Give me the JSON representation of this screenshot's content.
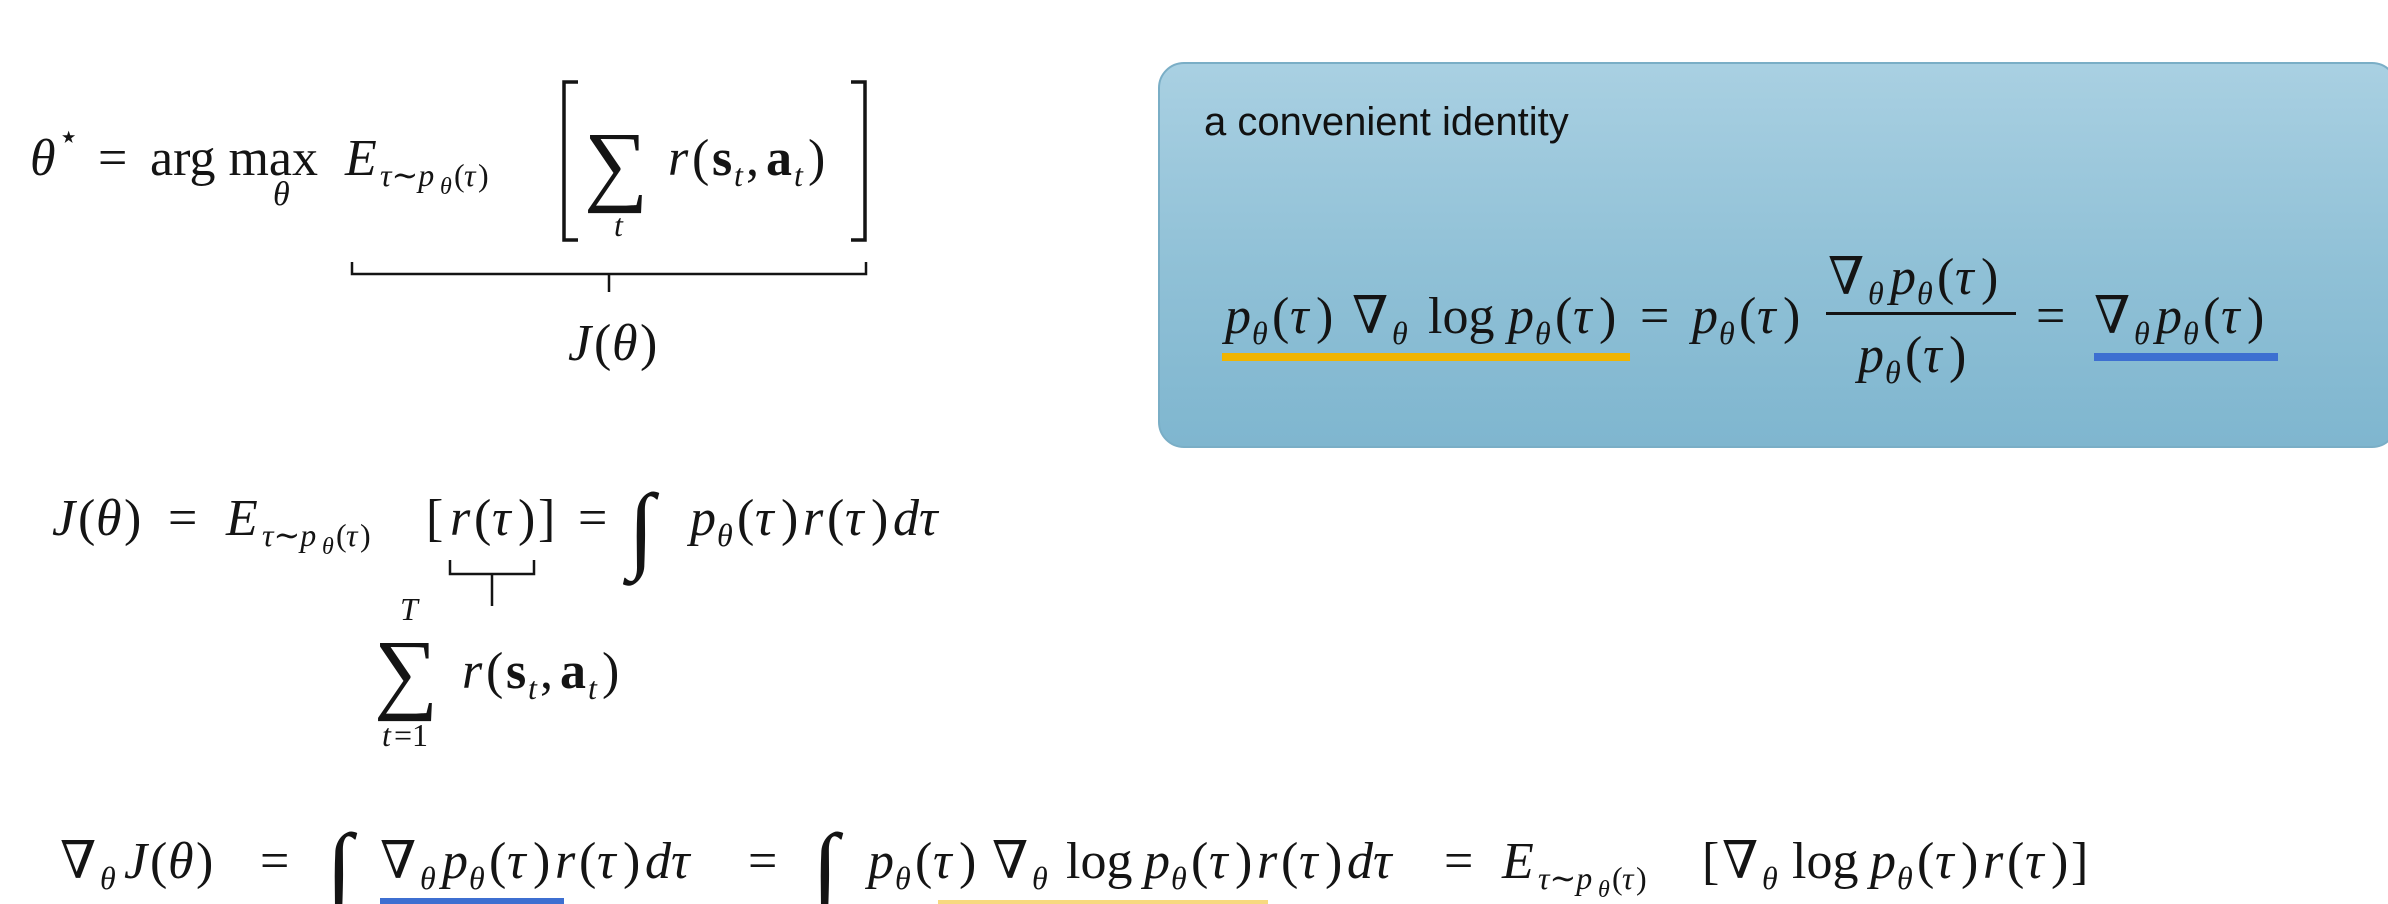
{
  "callout": {
    "title": "a convenient identity",
    "identity": "p_θ(τ) ∇_θ log p_θ(τ) = p_θ(τ) ∇_θ p_θ(τ) / p_θ(τ) = ∇_θ p_θ(τ)",
    "highlight_colors": {
      "left_term": "#f0b400",
      "right_term": "#3d6fd1"
    }
  },
  "equations": {
    "objective": "θ* = arg max_θ E_{τ∼p_θ(τ)} [ Σ_t r(s_t, a_t) ]",
    "objective_brace_label": "J(θ)",
    "j_definition": "J(θ) = E_{τ∼p_θ(τ)}[r(τ)] = ∫ p_θ(τ) r(τ) dτ",
    "reward_sum": "Σ_{t=1}^{T} r(s_t, a_t)",
    "gradient": "∇_θ J(θ) = ∫ ∇_θ p_θ(τ) r(τ) dτ = ∫ p_θ(τ) ∇_θ log p_θ(τ) r(τ) dτ = E_{τ∼p_θ(τ)}[∇_θ log p_θ(τ) r(τ)]"
  },
  "colors": {
    "background": "#ffffff",
    "text": "#141414",
    "callout_fill": "#95c4d9",
    "callout_border": "#7aaec6",
    "underline_yellow": "#f0b400",
    "underline_blue": "#3d6fd1"
  }
}
